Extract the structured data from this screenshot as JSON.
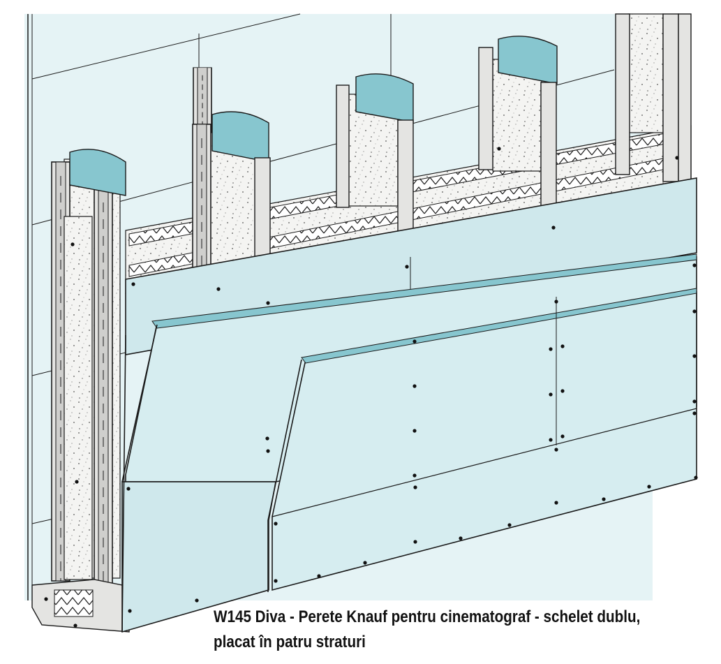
{
  "caption": {
    "line1": "W145 Diva - Perete Knauf pentru cinematograf - schelet dublu,",
    "line2": "placat în patru straturi"
  },
  "colors": {
    "board": "#cfe8ec",
    "board_front": "#d6edf0",
    "board_edge": "#87c6cf",
    "wall": "#e5f3f5",
    "insulation": "#f4f4f2",
    "profile": "#e4e4e2",
    "outline": "#1a1a1a"
  },
  "icons": [
    "wall-section-illustration"
  ]
}
